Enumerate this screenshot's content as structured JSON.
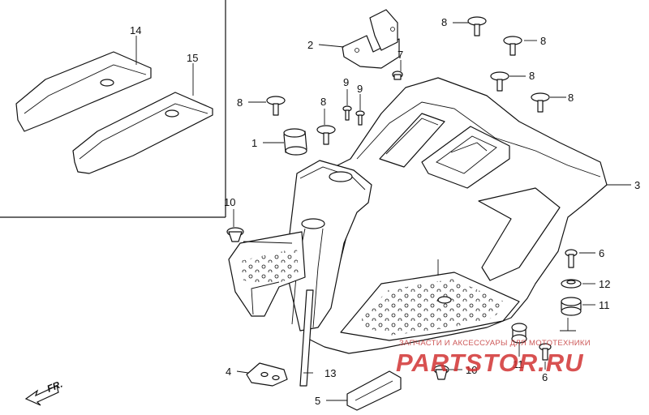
{
  "callouts": {
    "c14": "14",
    "c15": "15",
    "c2": "2",
    "c7": "7",
    "c8a": "8",
    "c8b": "8",
    "c8c": "8",
    "c8d": "8",
    "c8e": "8",
    "c8f": "8",
    "c9a": "9",
    "c9b": "9",
    "c1": "1",
    "c3": "3",
    "c10a": "10",
    "c10b": "10",
    "c6a": "6",
    "c6b": "6",
    "c12": "12",
    "c11a": "11",
    "c11b": "11",
    "c4": "4",
    "c13": "13",
    "c5": "5"
  },
  "direction_label": "FR.",
  "watermark": {
    "caption": "ЗАПЧАСТИ И АКСЕССУАРЫ ДЛЯ МОТОТЕХНИКИ",
    "brand": "PARTSTOR.RU"
  }
}
